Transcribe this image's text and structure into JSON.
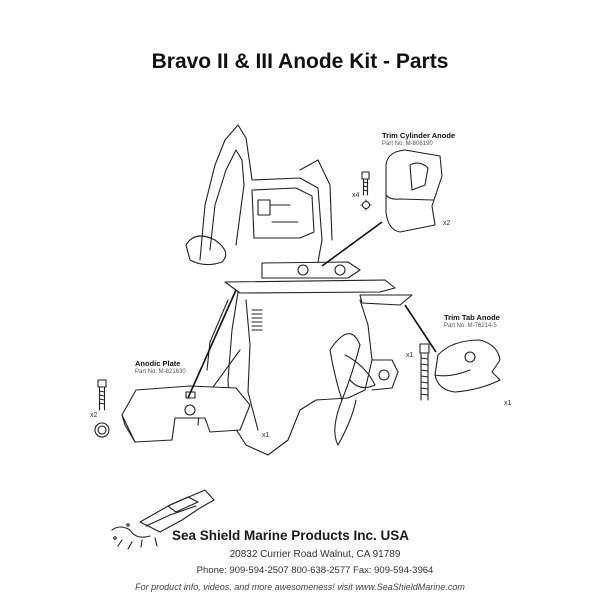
{
  "title": "Bravo II & III Anode Kit - Parts",
  "parts": {
    "trim_cylinder": {
      "name": "Trim Cylinder Anode",
      "part_no": "Part No. M-806190",
      "qty": "x2",
      "hardware_qty": "x4"
    },
    "trim_tab": {
      "name": "Trim Tab Anode",
      "part_no": "Part No. M-76214-5",
      "qty": "x1",
      "hardware_qty": "x1"
    },
    "anodic_plate": {
      "name": "Anodic Plate",
      "part_no": "Part No. M-821630",
      "qty": "x1",
      "hardware_qty": "x2"
    }
  },
  "company": {
    "name": "Sea Shield Marine Products Inc. USA",
    "address": "20832 Currier Road Walnut, CA 91789",
    "phones": "Phone: 909-594-2507   800-638-2577   Fax: 909-594-3964",
    "footer": "For product info, videos, and more awesomeness! visit www.SeaShieldMarine.com"
  }
}
